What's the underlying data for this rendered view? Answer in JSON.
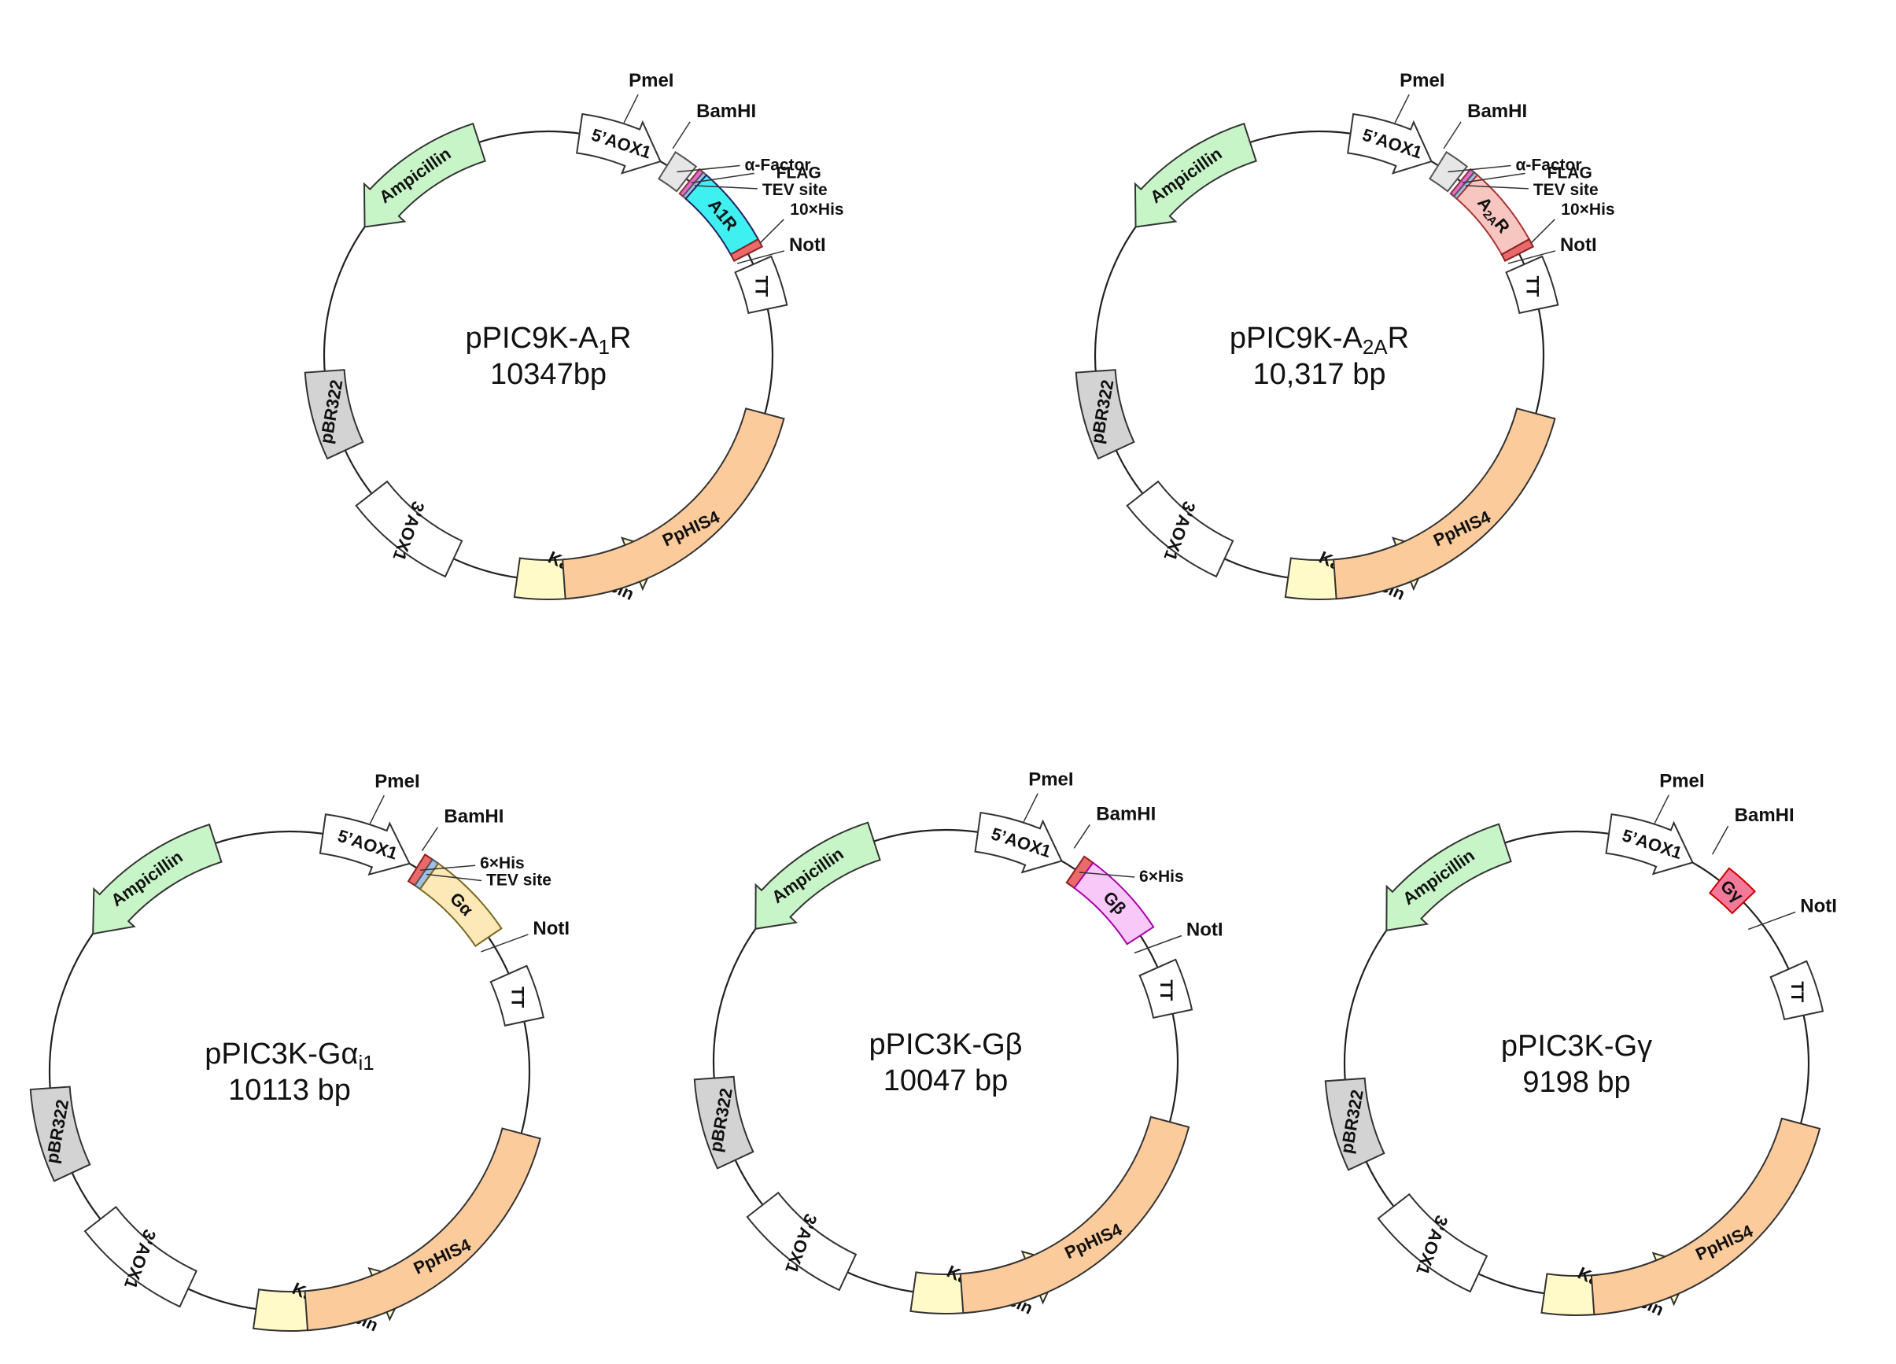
{
  "colors": {
    "ampicillin": "#c8f5c8",
    "pbr322": "#d3d3d3",
    "aox": "#ffffff",
    "kanamycin": "#fffac8",
    "phis4": "#fccb9b",
    "alpha_factor": "#e6e6e6",
    "flag": "#e46bd0",
    "tev": "#9cc0e6",
    "his": "#ea6a6a",
    "a1r": "#3ff0f0",
    "a2ar": "#f7c6c0",
    "galpha": "#fde8b8",
    "gbeta": "#f8c8f8",
    "ggamma": "#f2799a"
  },
  "plasmids": [
    {
      "id": "a1r",
      "title_main": "pPIC9K-A",
      "title_sub": "1",
      "title_tail": "R",
      "size": "10347bp",
      "insert_label": "A1R",
      "labels": {
        "pmei": "PmeI",
        "bamhi": "BamHI",
        "alpha": "α-Factor",
        "flag": "FLAG",
        "tev": "TEV site",
        "his": "10×His",
        "noti": "NotI"
      }
    },
    {
      "id": "a2ar",
      "title_main": "pPIC9K-A",
      "title_sub": "2A",
      "title_tail": "R",
      "size": "10,317 bp",
      "insert_label": "A",
      "insert_sub": "2A",
      "insert_tail": "R",
      "labels": {
        "pmei": "PmeI",
        "bamhi": "BamHI",
        "alpha": "α-Factor",
        "flag": "FLAG",
        "tev": "TEV site",
        "his": "10×His",
        "noti": "NotI"
      }
    },
    {
      "id": "gai1",
      "title_main": "pPIC3K-Gα",
      "title_sub": "i1",
      "title_tail": "",
      "size": "10113 bp",
      "insert_label": "Gα",
      "labels": {
        "pmei": "PmeI",
        "bamhi": "BamHI",
        "his": "6×His",
        "tev": "TEV site",
        "noti": "NotI"
      }
    },
    {
      "id": "gb",
      "title_main": "pPIC3K-Gβ",
      "title_sub": "",
      "title_tail": "",
      "size": "10047 bp",
      "insert_label": "Gβ",
      "labels": {
        "pmei": "PmeI",
        "bamhi": "BamHI",
        "his": "6×His",
        "noti": "NotI"
      }
    },
    {
      "id": "gg",
      "title_main": "pPIC3K-Gγ",
      "title_sub": "",
      "title_tail": "",
      "size": "9198  bp",
      "insert_label": "Gγ",
      "labels": {
        "pmei": "PmeI",
        "bamhi": "BamHI",
        "noti": "NotI"
      }
    }
  ],
  "common": {
    "ampicillin": "Ampicillin",
    "pbr322": "pBR322",
    "aox5": "5’AOX1",
    "aox3": "3’AOX1",
    "kanamycin": "Kanamycin",
    "phis4": "PpHIS4",
    "tt": "TT"
  }
}
